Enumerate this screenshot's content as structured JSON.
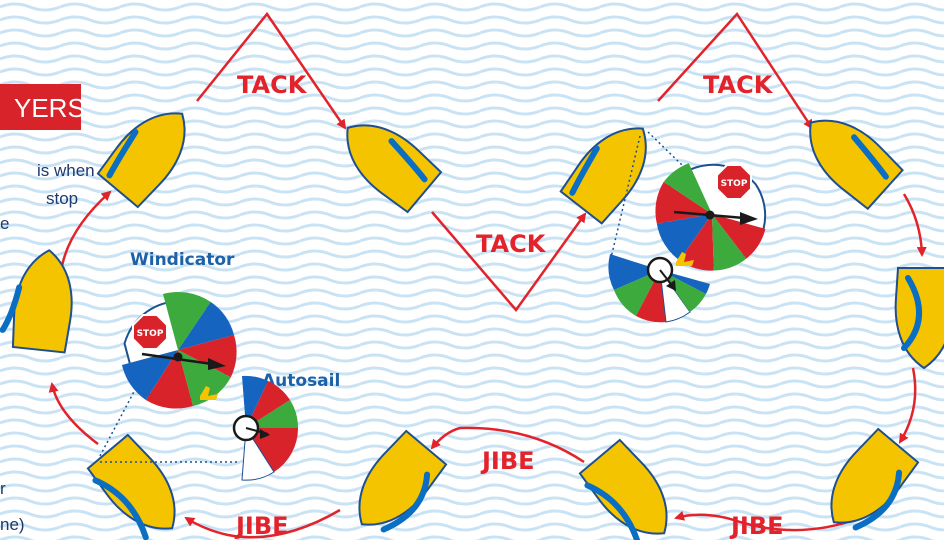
{
  "colors": {
    "wave": "#c9e3f4",
    "hull": "#f5c400",
    "hull_outline": "#1d4f91",
    "sail": "#0a6fc2",
    "route": "#e2232b",
    "maneuver_label": "#e2232b",
    "gauge_title": "#1d62a8",
    "banner": "#d9232b",
    "stop_sign": "#d9232b",
    "dial_red": "#d9232b",
    "dial_green": "#3daa3d",
    "dial_blue": "#1565c0",
    "dial_white": "#ffffff",
    "duck": "#f5c400"
  },
  "banner": {
    "text": "YERS"
  },
  "side_text": {
    "line1": "is when",
    "line2": "stop",
    "line3": "e",
    "line4": "r",
    "line5": "ne)"
  },
  "labels": {
    "tack_1": "TACK",
    "tack_2": "TACK",
    "tack_3": "TACK",
    "jibe_1": "JIBE",
    "jibe_2": "JIBE",
    "jibe_3": "JIBE"
  },
  "gauges": {
    "windicator_title": "Windicator",
    "autosail_title": "Autosail",
    "stop_text": "STOP"
  },
  "icons": {
    "boat": "boat-hull-icon",
    "stop": "stop-sign-icon",
    "duck": "rubber-duck-icon",
    "arrow": "direction-arrow-icon"
  }
}
